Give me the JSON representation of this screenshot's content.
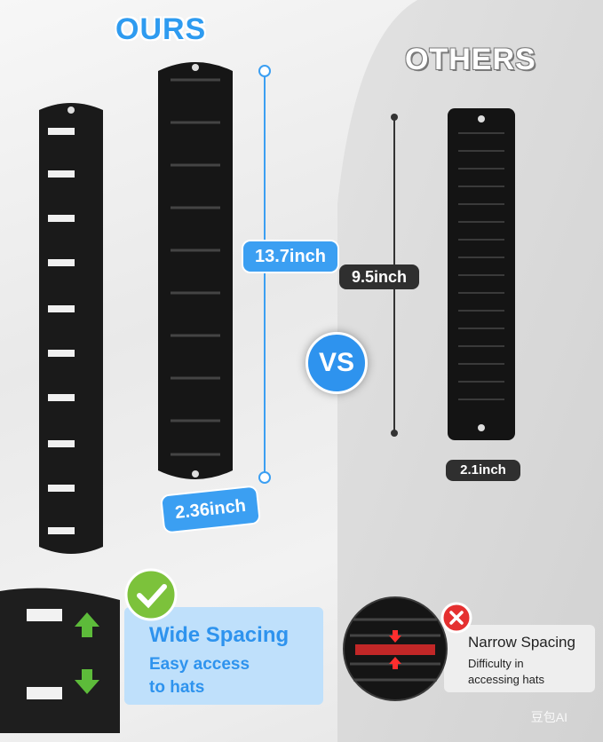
{
  "header": {
    "ours_label": "OURS",
    "others_label": "OTHERS",
    "vs_label": "VS"
  },
  "ours": {
    "height_label": "13.7inch",
    "width_label": "2.36inch"
  },
  "others": {
    "height_label": "9.5inch",
    "width_label": "2.1inch"
  },
  "features": {
    "wide_title": "Wide Spacing",
    "wide_line1": "Easy access",
    "wide_line2": "to hats",
    "narrow_title": "Narrow Spacing",
    "narrow_line1": "Difficulty in",
    "narrow_line2": "accessing hats"
  },
  "watermark": "豆包AI",
  "colors": {
    "accent_blue": "#3b9ff2",
    "check_green": "#7cc23b",
    "cross_red": "#e53030"
  },
  "icons": {
    "check": "check-circle-icon",
    "cross": "cross-circle-icon",
    "arrow_up": "green-arrow-up-icon",
    "arrow_down": "green-arrow-down-icon"
  }
}
